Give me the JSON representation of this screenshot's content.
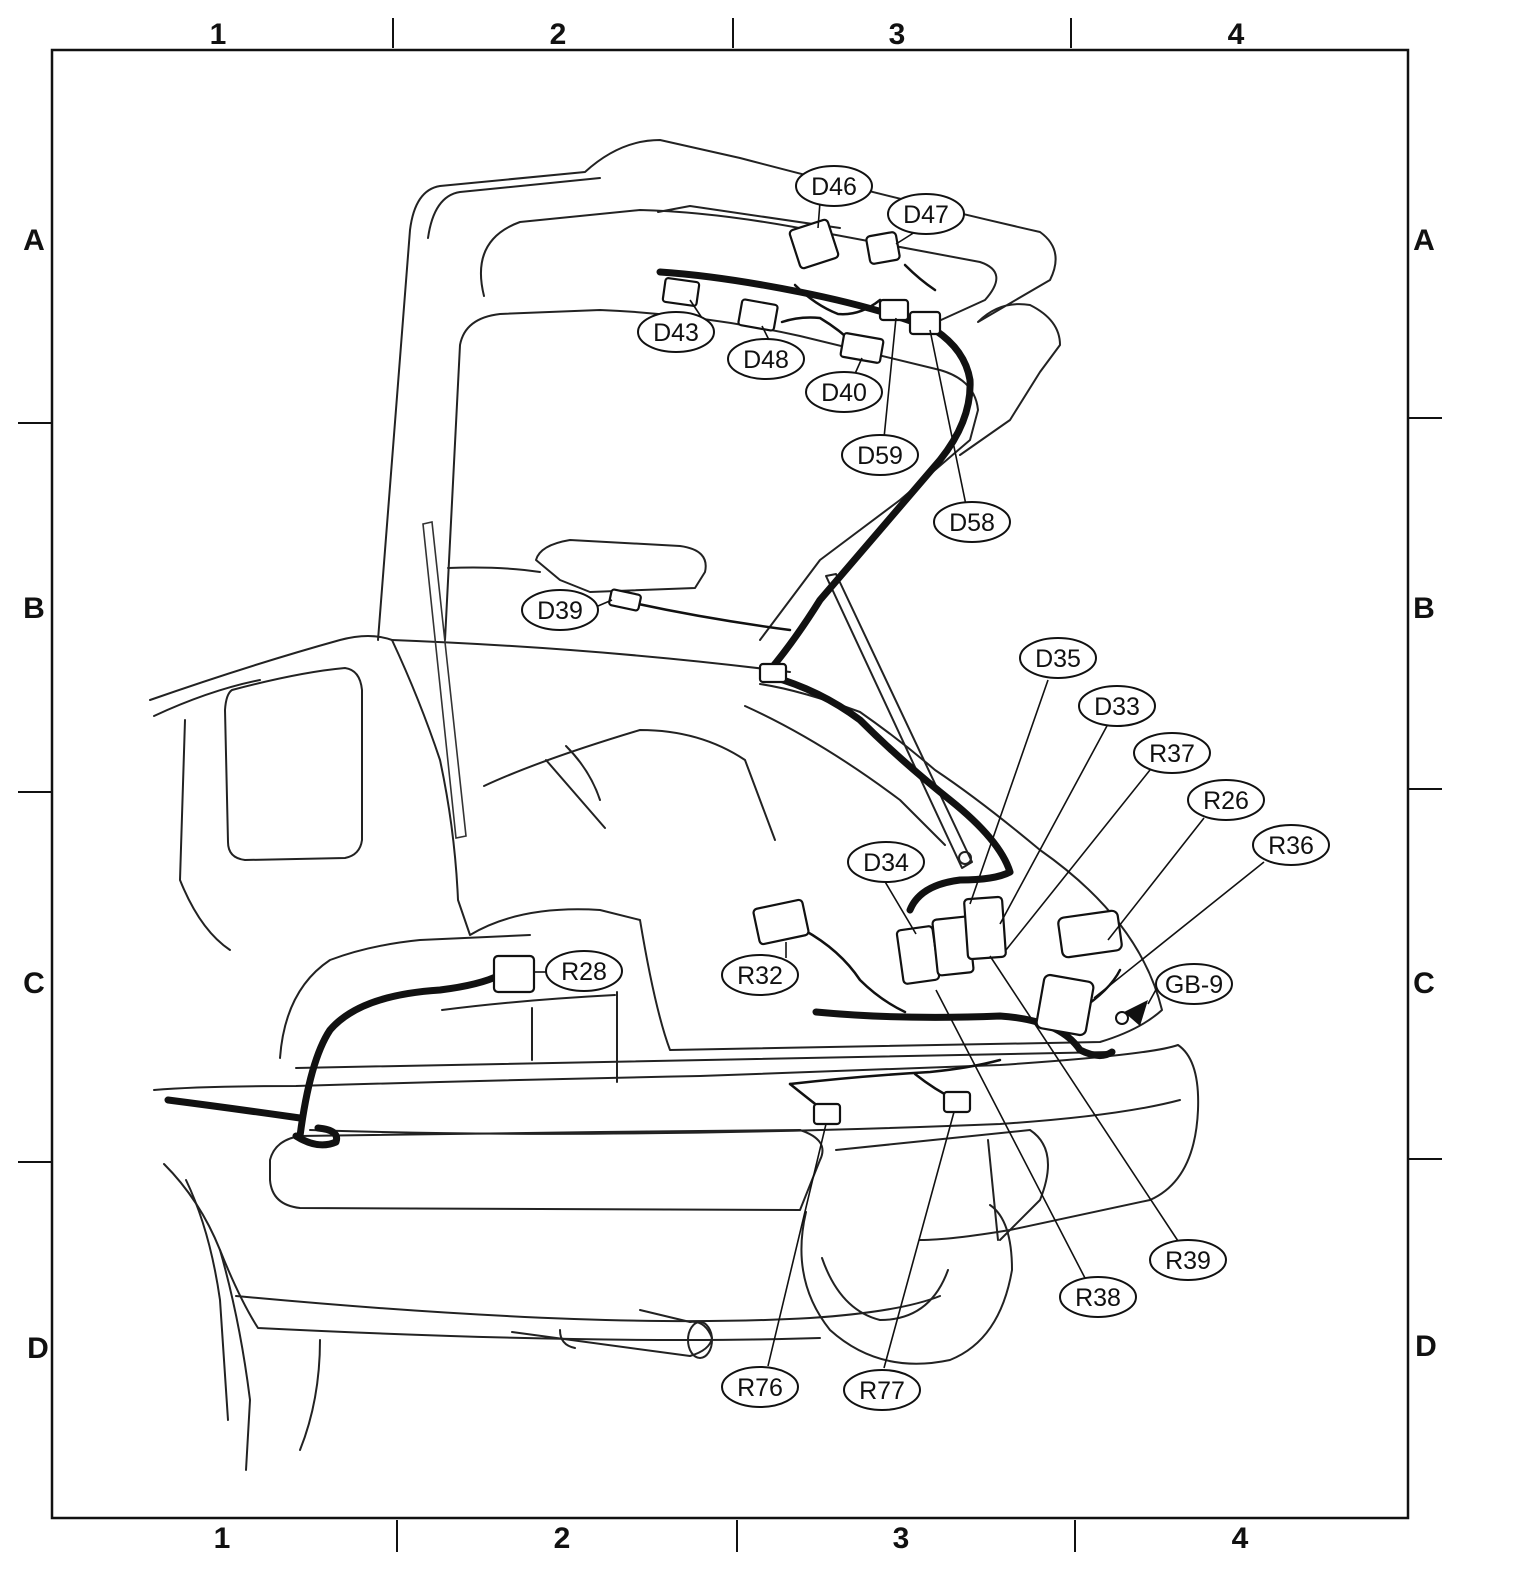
{
  "grid": {
    "columns": [
      "1",
      "2",
      "3",
      "4"
    ],
    "rows": [
      "A",
      "B",
      "C",
      "D"
    ]
  },
  "callouts": [
    {
      "id": "D46",
      "text": "D46"
    },
    {
      "id": "D47",
      "text": "D47"
    },
    {
      "id": "D43",
      "text": "D43"
    },
    {
      "id": "D48",
      "text": "D48"
    },
    {
      "id": "D40",
      "text": "D40"
    },
    {
      "id": "D59",
      "text": "D59"
    },
    {
      "id": "D58",
      "text": "D58"
    },
    {
      "id": "D39",
      "text": "D39"
    },
    {
      "id": "D35",
      "text": "D35"
    },
    {
      "id": "D33",
      "text": "D33"
    },
    {
      "id": "R37",
      "text": "R37"
    },
    {
      "id": "R26",
      "text": "R26"
    },
    {
      "id": "R36",
      "text": "R36"
    },
    {
      "id": "D34",
      "text": "D34"
    },
    {
      "id": "R28",
      "text": "R28"
    },
    {
      "id": "R32",
      "text": "R32"
    },
    {
      "id": "GB-9",
      "text": "GB-9"
    },
    {
      "id": "R39",
      "text": "R39"
    },
    {
      "id": "R38",
      "text": "R38"
    },
    {
      "id": "R76",
      "text": "R76"
    },
    {
      "id": "R77",
      "text": "R77"
    }
  ]
}
